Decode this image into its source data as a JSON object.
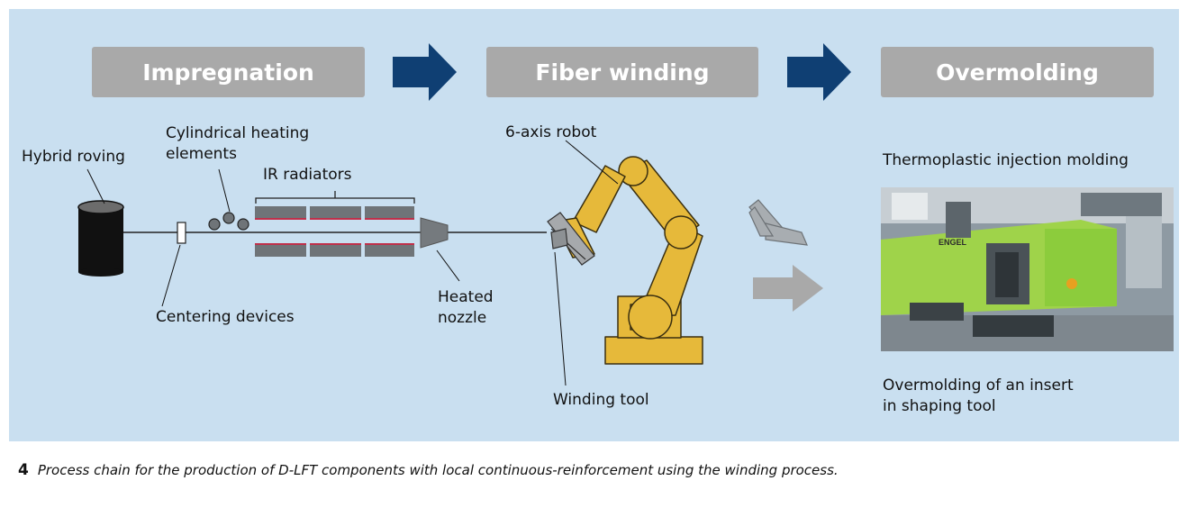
{
  "stages": [
    {
      "label": "Impregnation"
    },
    {
      "label": "Fiber winding"
    },
    {
      "label": "Overmolding"
    }
  ],
  "labels": {
    "hybrid_roving": "Hybrid roving",
    "heating_line1": "Cylindrical heating",
    "heating_line2": "elements",
    "ir_radiators": "IR radiators",
    "centering": "Centering devices",
    "nozzle_line1": "Heated",
    "nozzle_line2": "nozzle",
    "robot": "6-axis robot",
    "winding_tool": "Winding tool",
    "injection": "Thermoplastic injection molding",
    "overmold_line1": "Overmolding of an insert",
    "overmold_line2": "in shaping tool",
    "machine_brand": "ENGEL"
  },
  "caption": {
    "number": "4",
    "text": "Process chain for the production of D-LFT components with local continuous-reinforcement using the winding process."
  },
  "colors": {
    "panel_bg": "#c9dff0",
    "stage_box": "#a9a9a9",
    "arrow_blue": "#0f3f73",
    "robot_yellow": "#e6b93a",
    "radiator_gray": "#6f7478",
    "machine_green": "#9fd34a"
  }
}
